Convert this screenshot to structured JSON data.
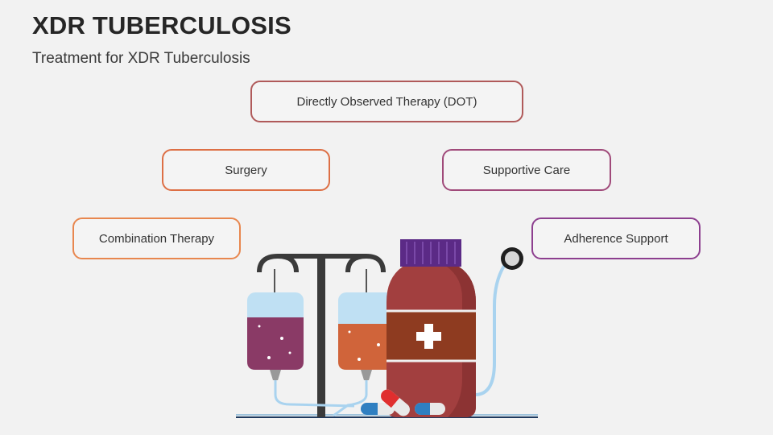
{
  "slide": {
    "title": "XDR TUBERCULOSIS",
    "subtitle": "Treatment for XDR Tuberculosis"
  },
  "treatments": [
    {
      "label": "Directly Observed Therapy (DOT)",
      "color": "#b05a5a"
    },
    {
      "label": "Surgery",
      "color": "#dd6f45"
    },
    {
      "label": "Supportive Care",
      "color": "#a04a7a"
    },
    {
      "label": "Combination Therapy",
      "color": "#e8874f"
    },
    {
      "label": "Adherence Support",
      "color": "#8d3f8f"
    }
  ],
  "illustration": {
    "icons": [
      "iv-stand-icon",
      "iv-bag-icon",
      "medicine-bottle-icon",
      "stethoscope-icon",
      "pill-capsule-icon"
    ]
  }
}
